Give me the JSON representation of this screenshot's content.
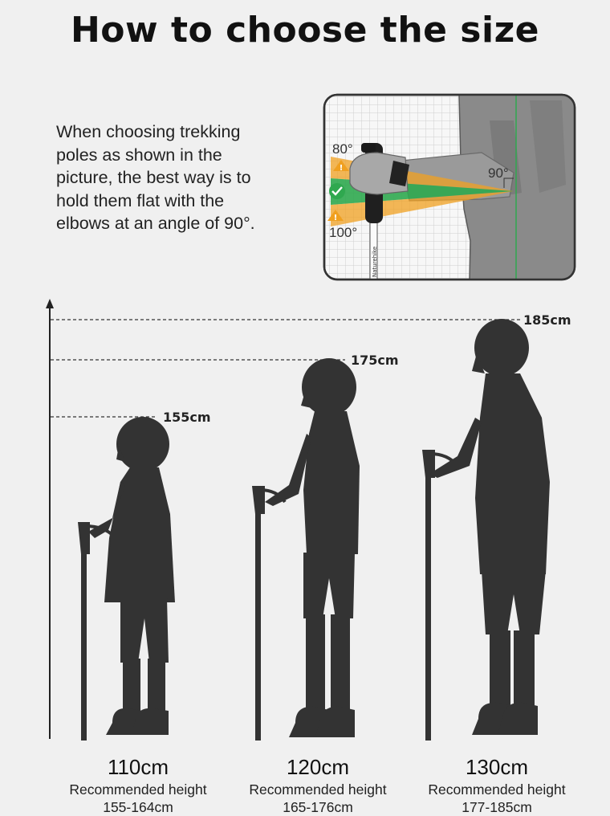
{
  "title": "How to choose the size",
  "intro": {
    "lines": [
      "When choosing trekking",
      "poles as shown in the",
      "picture, the best way is to",
      "hold them flat with the",
      "elbows at an angle of 90°."
    ]
  },
  "diagram": {
    "angle_top": "80°",
    "angle_bottom": "100°",
    "angle_elbow": "90°",
    "pole_brand": "Naturehike",
    "colors": {
      "good": "#2fa84f",
      "warn": "#f0a020",
      "grid": "#c8c8c8"
    }
  },
  "heights": [
    {
      "label": "155cm"
    },
    {
      "label": "175cm"
    },
    {
      "label": "185cm"
    }
  ],
  "columns": [
    {
      "pole_length": "110cm",
      "rec_label": "Recommended height",
      "range": "155-164cm"
    },
    {
      "pole_length": "120cm",
      "rec_label": "Recommended height",
      "range": "165-176cm"
    },
    {
      "pole_length": "130cm",
      "rec_label": "Recommended height",
      "range": "177-185cm"
    }
  ],
  "colors": {
    "silhouette": "#333333",
    "background": "#f0f0f0"
  }
}
